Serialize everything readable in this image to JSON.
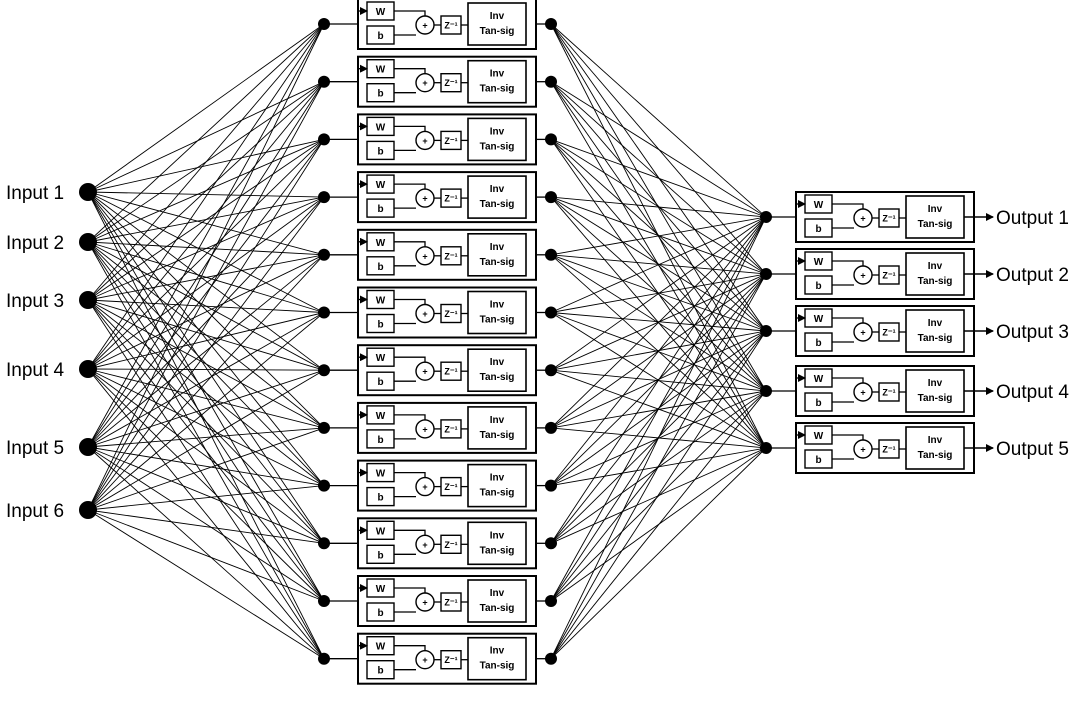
{
  "inputs": [
    "Input 1",
    "Input 2",
    "Input 3",
    "Input 4",
    "Input 5",
    "Input 6"
  ],
  "outputs": [
    "Output 1",
    "Output 2",
    "Output 3",
    "Output 4",
    "Output 5"
  ],
  "hidden_neuron_count": 12,
  "neuron_block": {
    "weight": "W",
    "bias": "b",
    "sum": "+",
    "delay": "Z⁻¹",
    "activation_line1": "Inv",
    "activation_line2": "Tan-sig"
  }
}
